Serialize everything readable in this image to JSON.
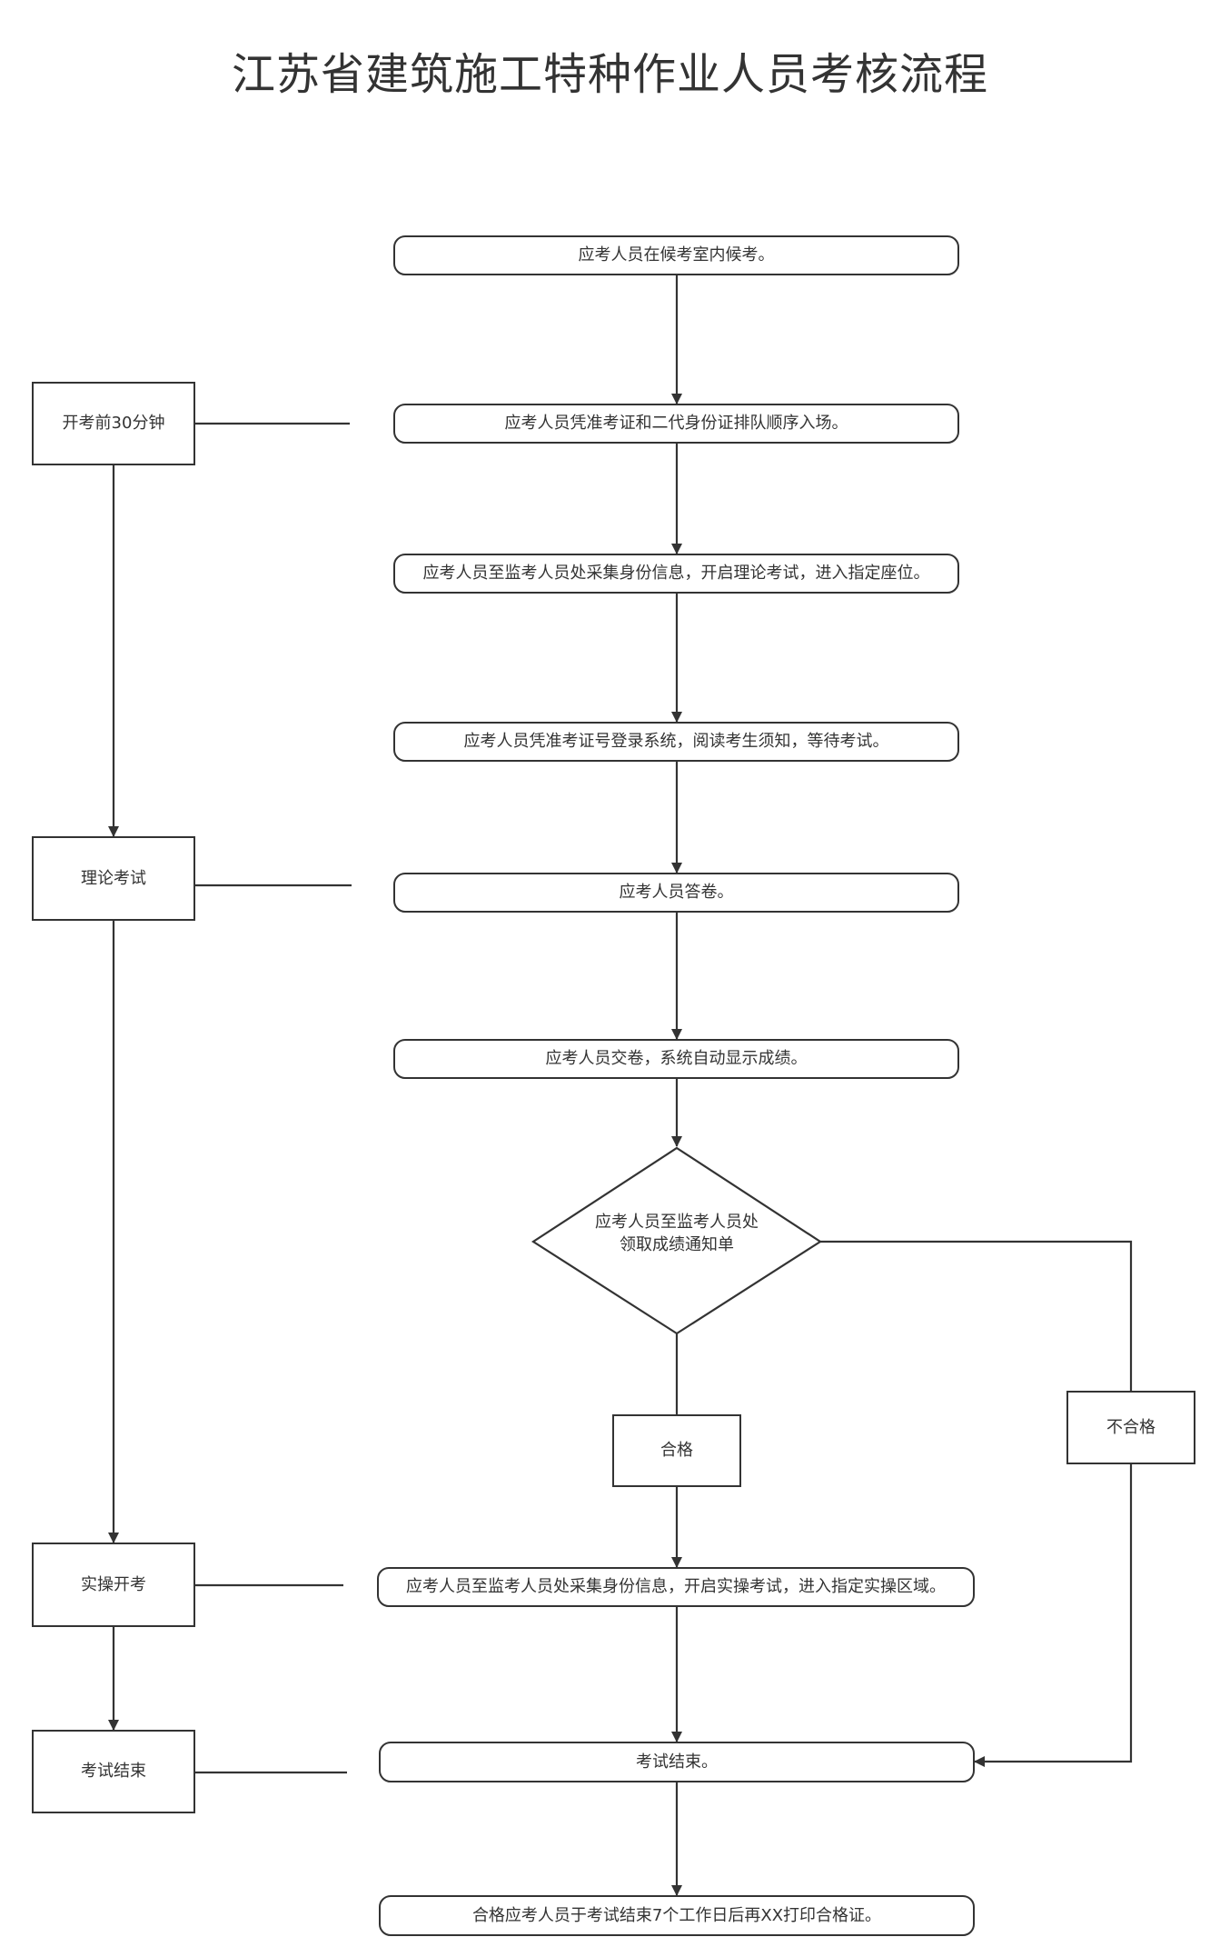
{
  "title": "江苏省建筑施工特种作业人员考核流程",
  "stages": [
    {
      "id": "s1",
      "label": "开考前30分钟"
    },
    {
      "id": "s2",
      "label": "理论考试"
    },
    {
      "id": "s3",
      "label": "实操开考"
    },
    {
      "id": "s4",
      "label": "考试结束"
    }
  ],
  "steps": [
    {
      "id": "p1",
      "label": "应考人员在候考室内候考。"
    },
    {
      "id": "p2",
      "label": "应考人员凭准考证和二代身份证排队顺序入场。"
    },
    {
      "id": "p3",
      "label": "应考人员至监考人员处采集身份信息，开启理论考试，进入指定座位。"
    },
    {
      "id": "p4",
      "label": "应考人员凭准考证号登录系统，阅读考生须知，等待考试。"
    },
    {
      "id": "p5",
      "label": "应考人员答卷。"
    },
    {
      "id": "p6",
      "label": "应考人员交卷，系统自动显示成绩。"
    },
    {
      "id": "p7",
      "label": "应考人员至监考人员处采集身份信息，开启实操考试，进入指定实操区域。"
    },
    {
      "id": "p8",
      "label": "考试结束。"
    },
    {
      "id": "p9",
      "label": "合格应考人员于考试结束7个工作日后再XX打印合格证。"
    }
  ],
  "decision": {
    "line1": "应考人员至监考人员处",
    "line2": "领取成绩通知单"
  },
  "branches": {
    "pass": "合格",
    "fail": "不合格"
  },
  "colors": {
    "stroke": "#333333",
    "background": "#ffffff",
    "text": "#333333"
  }
}
